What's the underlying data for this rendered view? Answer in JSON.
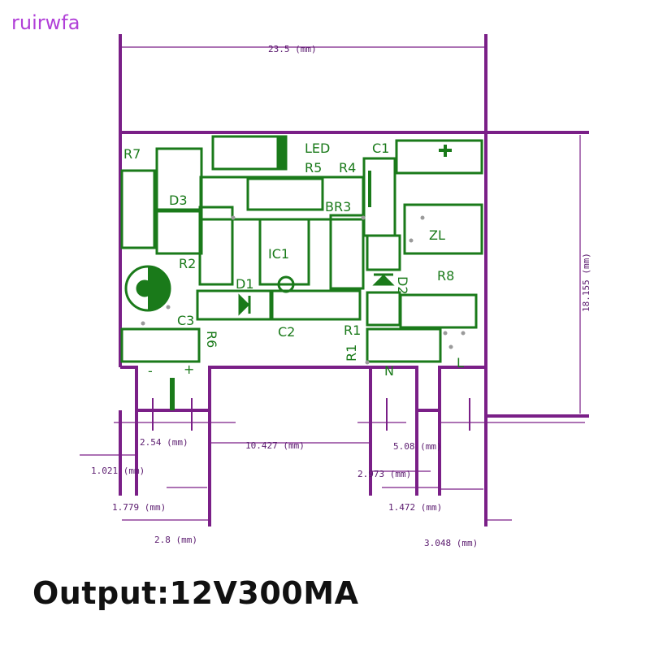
{
  "watermark": "ruirwfa",
  "caption": "Output:12V300MA",
  "colors": {
    "outline": "#7a1f87",
    "silkscreen": "#1a7a1a",
    "dimension_text": "#5a1a6e",
    "watermark": "#b13fd8"
  },
  "dimensions": {
    "width": "23.5 (mm)",
    "height": "18.155 (mm)",
    "d_2_54": "2.54 (mm)",
    "d_10_427": "10.427 (mm)",
    "d_5_08": "5.08 (mm)",
    "d_1_021": "1.021 (mm)",
    "d_2_973": "2.973 (mm)",
    "d_1_779": "1.779 (mm)",
    "d_1_472": "1.472 (mm)",
    "d_2_8": "2.8 (mm)",
    "d_3_048": "3.048 (mm)"
  },
  "labels": {
    "r7": "R7",
    "led": "LED",
    "c1": "C1",
    "plus_cap": "+",
    "r5": "R5",
    "r4": "R4",
    "d3": "D3",
    "br3": "BR3",
    "zl": "ZL",
    "ic1": "IC1",
    "r2": "R2",
    "d1": "D1",
    "d2": "D2",
    "r8": "R8",
    "c3": "C3",
    "c2": "C2",
    "r1_top": "R1",
    "r6": "R6",
    "r1_side": "R1",
    "minus": "-",
    "plus": "+",
    "n": "N",
    "l": "L"
  }
}
